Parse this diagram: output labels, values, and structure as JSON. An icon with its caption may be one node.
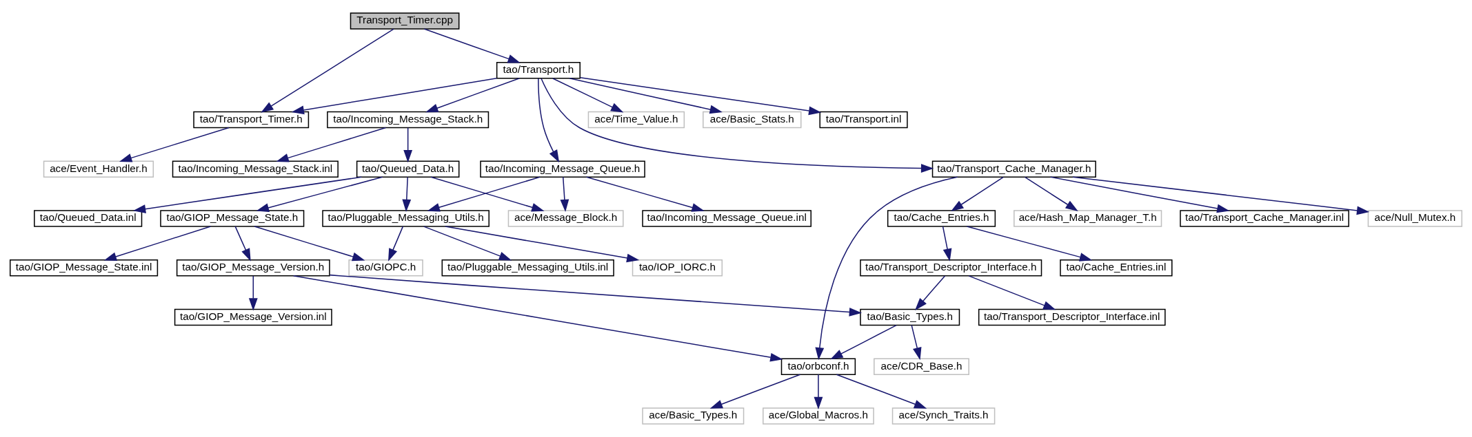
{
  "diagram": {
    "nodes": [
      {
        "text": [
          "Transport_Timer.cpp"
        ]
      },
      {
        "text": [
          "tao/Transport.h"
        ]
      },
      {
        "text": [
          "tao/Transport_Timer.h"
        ]
      },
      {
        "text": [
          "ace/Time_Value.h"
        ]
      },
      {
        "text": [
          "ace/Basic_Stats.h"
        ]
      },
      {
        "text": [
          "tao/Transport.inl"
        ]
      },
      {
        "text": [
          "tao/Incoming_Message_Stack.h"
        ]
      },
      {
        "text": [
          "ace/Event_Handler.h"
        ]
      },
      {
        "text": [
          "tao/Incoming_Message_Queue.h"
        ]
      },
      {
        "text": [
          "tao/Incoming_Message_Stack.inl"
        ]
      },
      {
        "text": [
          "tao/Queued_Data.h"
        ]
      },
      {
        "text": [
          "tao/Transport_Cache_Manager.h"
        ]
      },
      {
        "text": [
          "tao/Incoming_Message_Queue.inl"
        ]
      },
      {
        "text": [
          "ace/Message_Block.h"
        ]
      },
      {
        "text": [
          "tao/Pluggable_Messaging_Utils.h"
        ]
      },
      {
        "text": [
          "tao/Queued_Data.inl"
        ]
      },
      {
        "text": [
          "tao/GIOP_Message_State.h"
        ]
      },
      {
        "text": [
          "ace/Hash_Map_Manager_T.h"
        ]
      },
      {
        "text": [
          "tao/Cache_Entries.h"
        ]
      },
      {
        "text": [
          "tao/Transport_Cache_Manager.inl"
        ]
      },
      {
        "text": [
          "ace/Null_Mutex.h"
        ]
      },
      {
        "text": [
          "tao/Pluggable_Messaging_Utils.inl"
        ]
      },
      {
        "text": [
          "tao/IOP_IORC.h"
        ]
      },
      {
        "text": [
          "tao/GIOPC.h"
        ]
      },
      {
        "text": [
          "tao/GIOP_Message_State.inl"
        ]
      },
      {
        "text": [
          "tao/GIOP_Message_Version.h"
        ]
      },
      {
        "text": [
          "tao/Cache_Entries.inl"
        ]
      },
      {
        "text": [
          "tao/Transport_Descriptor_Interface.h"
        ]
      },
      {
        "text": [
          "tao/GIOP_Message_Version.inl"
        ]
      },
      {
        "text": [
          "tao/Basic_Types.h"
        ]
      },
      {
        "text": [
          "tao/Transport_Descriptor_Interface.inl"
        ]
      },
      {
        "text": [
          "tao/orbconf.h"
        ]
      },
      {
        "text": [
          "ace/CDR_Base.h"
        ]
      },
      {
        "text": [
          "ace/Basic_Types.h"
        ]
      },
      {
        "text": [
          "ace/Global_Macros.h"
        ]
      },
      {
        "text": [
          "ace/Synch_Traits.h"
        ]
      }
    ],
    "edges": [
      {
        "from": 0,
        "to": 2,
        "arrow": "to"
      },
      {
        "from": 0,
        "to": 1,
        "arrow": "to"
      },
      {
        "from": 1,
        "to": 2,
        "arrow": "to"
      },
      {
        "from": 1,
        "to": 3,
        "arrow": "to"
      },
      {
        "from": 1,
        "to": 4,
        "arrow": "to"
      },
      {
        "from": 1,
        "to": 5,
        "arrow": "to"
      },
      {
        "from": 1,
        "to": 8,
        "arrow": "to"
      },
      {
        "from": 1,
        "to": 6,
        "arrow": "to"
      },
      {
        "from": 1,
        "to": 11,
        "arrow": "to"
      },
      {
        "from": 2,
        "to": 7,
        "arrow": "to"
      },
      {
        "from": 6,
        "to": 9,
        "arrow": "to"
      },
      {
        "from": 6,
        "to": 10,
        "arrow": "to"
      },
      {
        "from": 8,
        "to": 12,
        "arrow": "to"
      },
      {
        "from": 8,
        "to": 13,
        "arrow": "to"
      },
      {
        "from": 8,
        "to": 14,
        "arrow": "to"
      },
      {
        "from": 10,
        "to": 13,
        "arrow": "to"
      },
      {
        "from": 10,
        "to": 14,
        "arrow": "to"
      },
      {
        "from": 10,
        "to": 15,
        "arrow": "to"
      },
      {
        "from": 10,
        "to": 16,
        "arrow": "to"
      },
      {
        "from": 11,
        "to": 31,
        "arrow": "to"
      },
      {
        "from": 11,
        "to": 17,
        "arrow": "to"
      },
      {
        "from": 11,
        "to": 18,
        "arrow": "to"
      },
      {
        "from": 11,
        "to": 19,
        "arrow": "to"
      },
      {
        "from": 11,
        "to": 20,
        "arrow": "to"
      },
      {
        "from": 14,
        "to": 21,
        "arrow": "to"
      },
      {
        "from": 14,
        "to": 22,
        "arrow": "to"
      },
      {
        "from": 14,
        "to": 23,
        "arrow": "to"
      },
      {
        "from": 16,
        "to": 23,
        "arrow": "to"
      },
      {
        "from": 16,
        "to": 24,
        "arrow": "to"
      },
      {
        "from": 16,
        "to": 25,
        "arrow": "to"
      },
      {
        "from": 18,
        "to": 26,
        "arrow": "to"
      },
      {
        "from": 18,
        "to": 27,
        "arrow": "to"
      },
      {
        "from": 25,
        "to": 28,
        "arrow": "to"
      },
      {
        "from": 25,
        "to": 31,
        "arrow": "to"
      },
      {
        "from": 25,
        "to": 29,
        "arrow": "to"
      },
      {
        "from": 27,
        "to": 29,
        "arrow": "to"
      },
      {
        "from": 27,
        "to": 30,
        "arrow": "to"
      },
      {
        "from": 29,
        "to": 31,
        "arrow": "to"
      },
      {
        "from": 29,
        "to": 32,
        "arrow": "to"
      },
      {
        "from": 31,
        "to": 33,
        "arrow": "to"
      },
      {
        "from": 31,
        "to": 34,
        "arrow": "to"
      },
      {
        "from": 31,
        "to": 35,
        "arrow": "to"
      }
    ]
  }
}
